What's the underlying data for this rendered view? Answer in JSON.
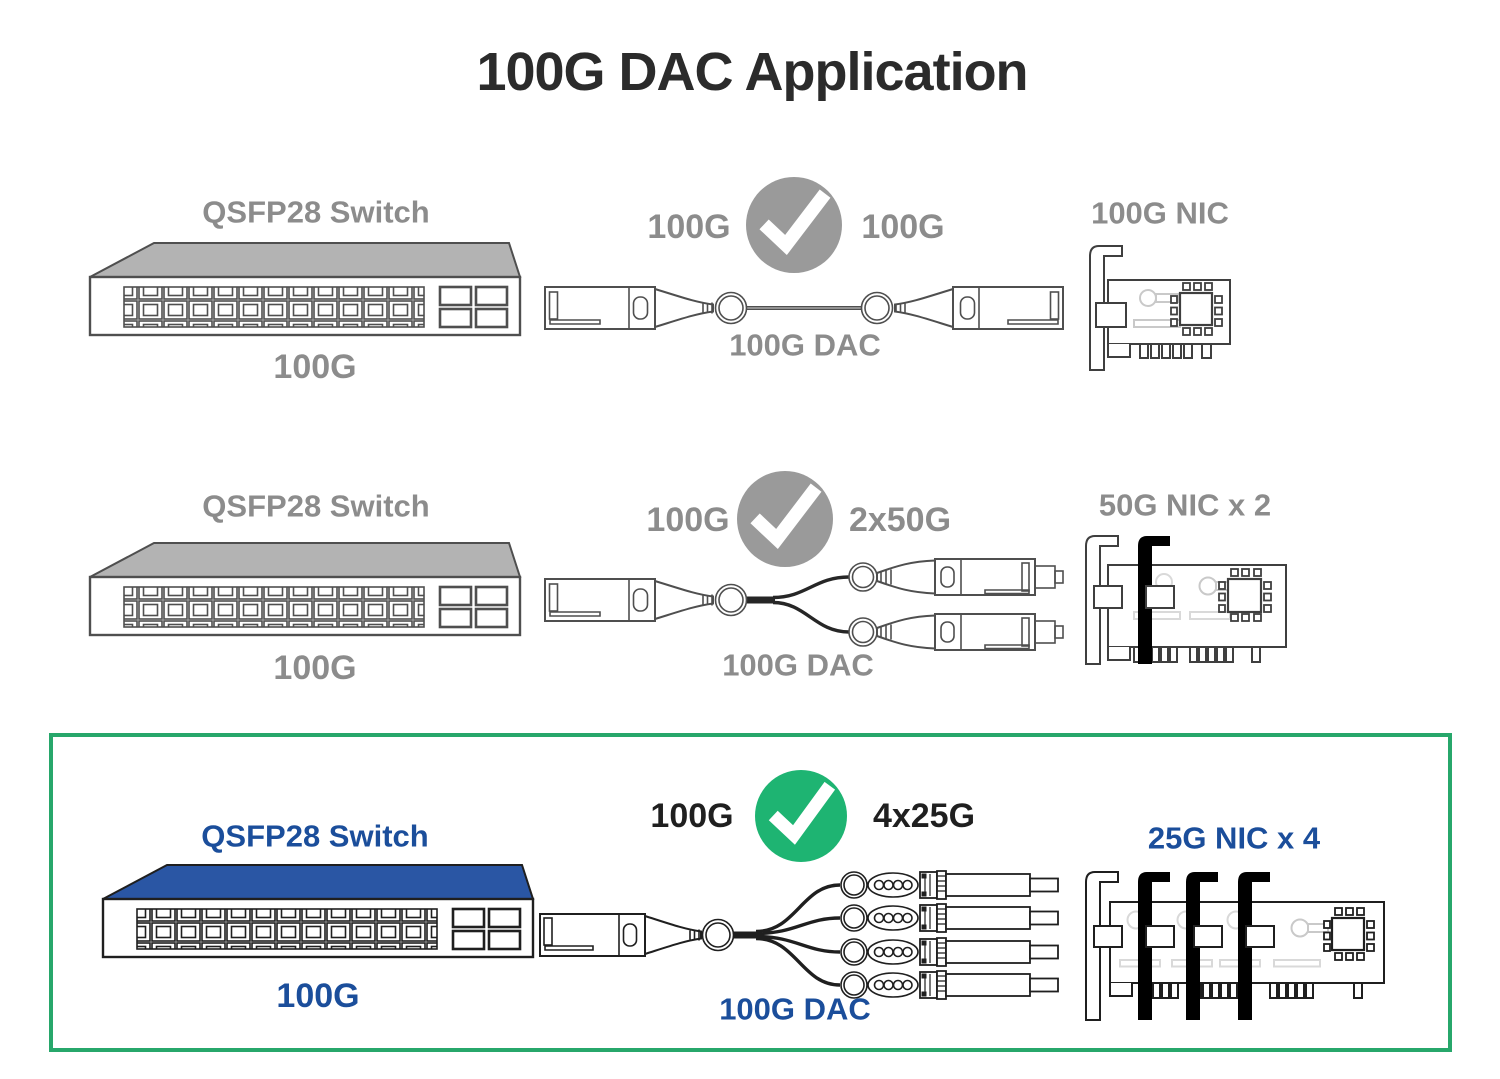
{
  "title": "100G DAC Application",
  "colors": {
    "label_gray": "#8c8c8c",
    "label_dark": "#1f1f1f",
    "accent_blue": "#1b4e9b",
    "switch_top_gray": "#b3b3b3",
    "switch_top_blue": "#2a56a4",
    "check_gray": "#9a9a9a",
    "check_green": "#1eb472",
    "highlight_border_green": "#27a76b"
  },
  "rows": [
    {
      "switch_label": "QSFP28 Switch",
      "switch_speed": "100G",
      "left_speed": "100G",
      "right_speed": "100G",
      "cable_label": "100G DAC",
      "nic_label": "100G NIC",
      "highlighted": false
    },
    {
      "switch_label": "QSFP28 Switch",
      "switch_speed": "100G",
      "left_speed": "100G",
      "right_speed": "2x50G",
      "cable_label": "100G DAC",
      "nic_label": "50G NIC x 2",
      "highlighted": false
    },
    {
      "switch_label": "QSFP28 Switch",
      "switch_speed": "100G",
      "left_speed": "100G",
      "right_speed": "4x25G",
      "cable_label": "100G DAC",
      "nic_label": "25G NIC x 4",
      "highlighted": true
    }
  ]
}
